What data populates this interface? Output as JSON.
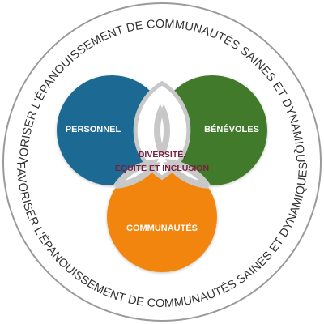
{
  "ring_text": {
    "top": "FAVORISER L'ÉPANOUISSEMENT DE COMMUNAUTÉS SAINES ET DYNAMIQUES",
    "bottom": "FAVORISER L'ÉPANOUISSEMENT DE COMMUNAUTÉS SAINES ET DYNAMIQUES",
    "separator": "-"
  },
  "circles": {
    "personnel": {
      "label": "PERSONNEL",
      "color": "#1e6a93"
    },
    "benevoles": {
      "label": "BÉNÉVOLES",
      "color": "#3f7a2c"
    },
    "communautes": {
      "label": "COMMUNAUTÉS",
      "color": "#f2850f"
    }
  },
  "center": {
    "lines": [
      "DIVERSITÉ,",
      "ÉQUITÉ ET INCLUSION"
    ],
    "color": "#7a1f3d"
  },
  "colors": {
    "outer_ring_border": "#9a9a9a",
    "overlap_border": "#c8c8c8",
    "ring_text": "#333333"
  }
}
